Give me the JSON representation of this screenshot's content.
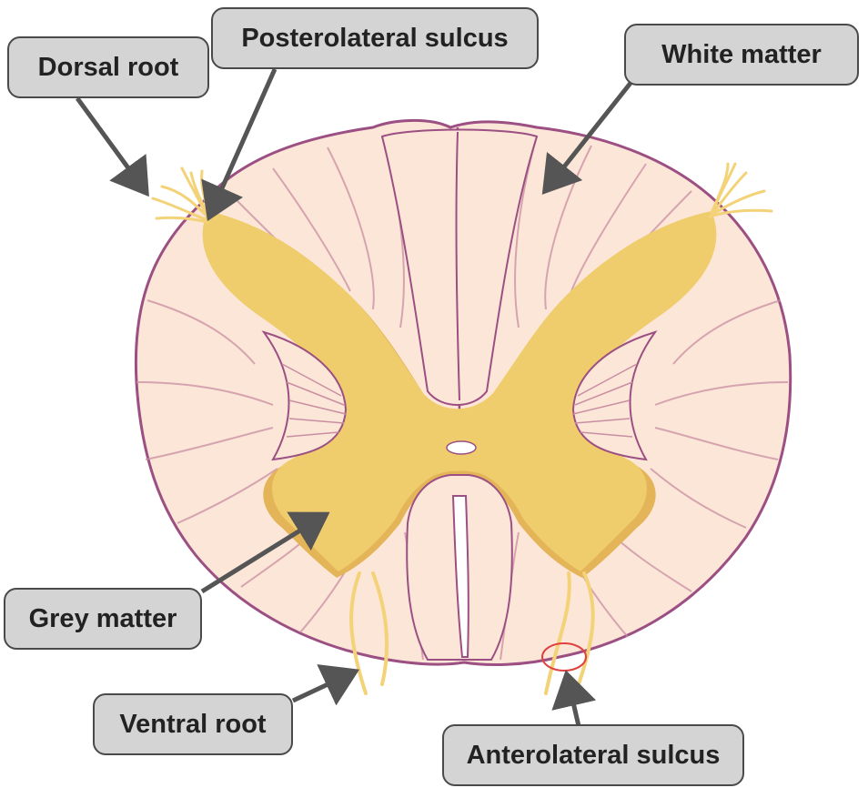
{
  "diagram": {
    "labels": {
      "dorsal_root": "Dorsal root",
      "posterolateral_sulcus": "Posterolateral sulcus",
      "white_matter": "White matter",
      "grey_matter": "Grey matter",
      "ventral_root": "Ventral root",
      "anterolateral_sulcus": "Anterolateral sulcus"
    },
    "colors": {
      "white_matter": "#fce6d8",
      "white_matter_outline": "#9c4f82",
      "grey_matter": "#f0cd6c",
      "grey_matter_shadow": "#e3b558",
      "nerve_root": "#f3d278",
      "arrow": "#555555",
      "label_fill": "#d4d4d4",
      "highlight_ring": "#e04040"
    }
  }
}
